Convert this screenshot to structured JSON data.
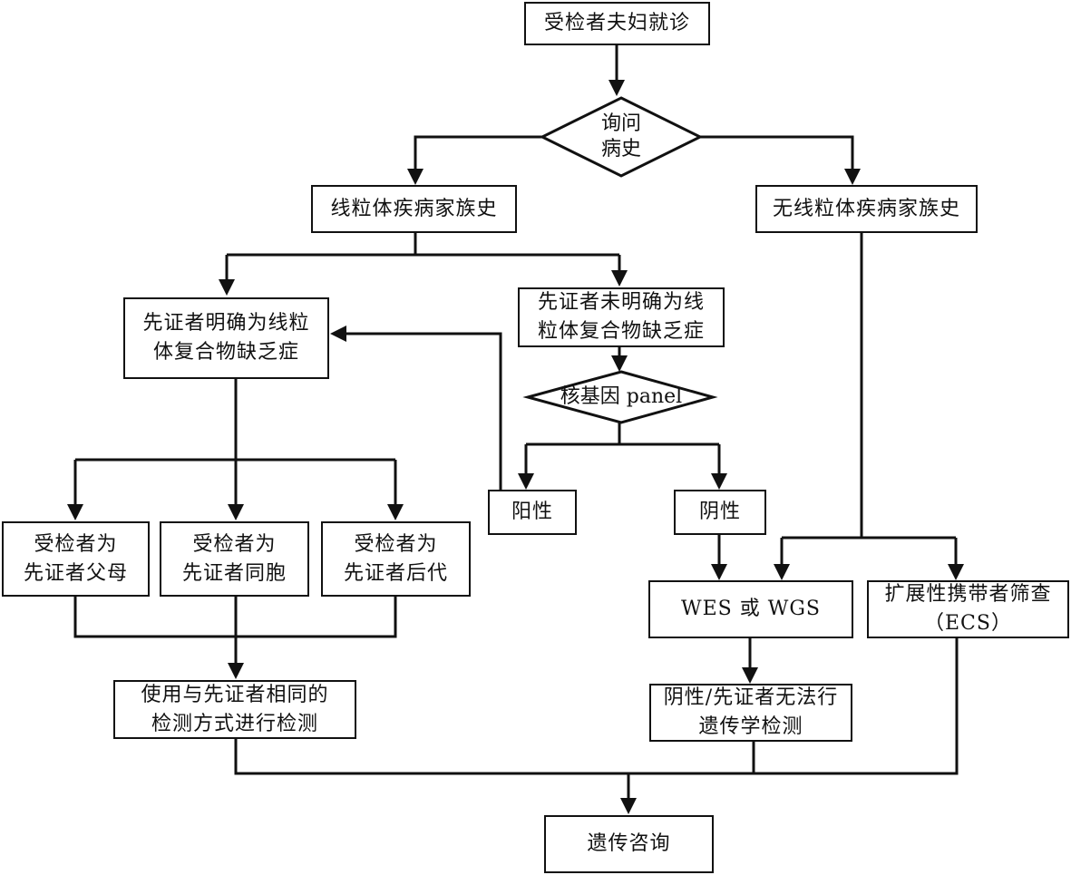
{
  "nodes": {
    "start": "受检者夫妇就诊",
    "inquiry": "询问\n病史",
    "family_history": "线粒体疾病家族史",
    "no_family_history": "无线粒体疾病家族史",
    "proband_confirmed": "先证者明确为线粒\n体复合物缺乏症",
    "proband_unconfirmed": "先证者未明确为线\n粒体复合物缺乏症",
    "nuclear_panel": "核基因 panel",
    "positive": "阳性",
    "negative": "阴性",
    "parents": "受检者为\n先证者父母",
    "siblings": "受检者为\n先证者同胞",
    "offspring": "受检者为\n先证者后代",
    "same_method": "使用与先证者相同的\n检测方式进行检测",
    "wes_wgs": "WES 或 WGS",
    "ecs": "扩展性携带者筛查\n（ECS）",
    "negative_or_no_test": "阴性/先证者无法行\n遗传学检测",
    "counseling": "遗传咨询"
  },
  "colors": {
    "line": "#111111",
    "fill": "#ffffff"
  }
}
